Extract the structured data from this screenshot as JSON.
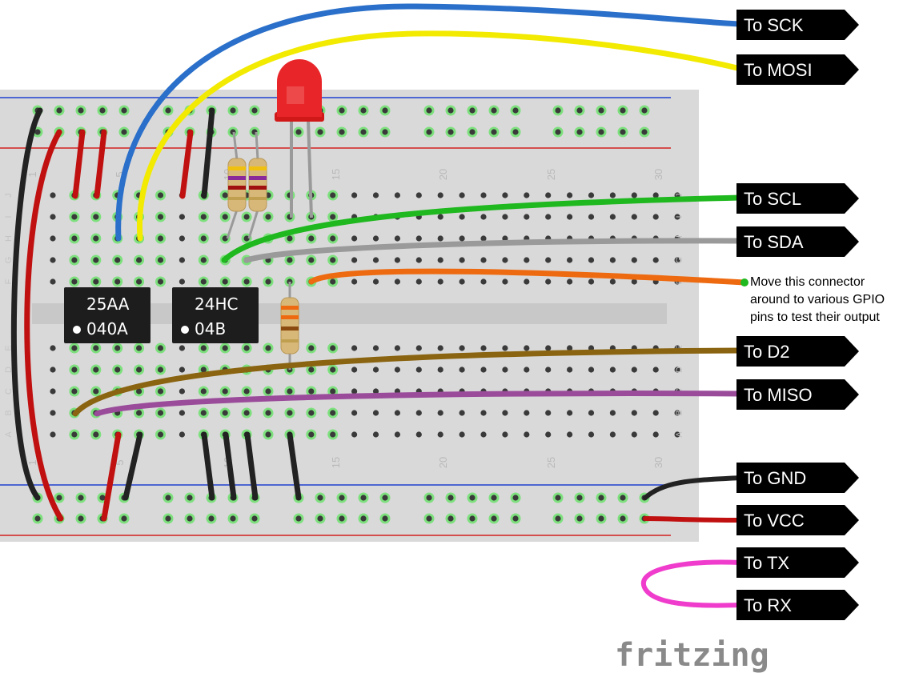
{
  "labels": {
    "sck": "To SCK",
    "mosi": "To MOSI",
    "scl": "To SCL",
    "sda": "To SDA",
    "d2": "To D2",
    "miso": "To MISO",
    "gnd": "To GND",
    "vcc": "To VCC",
    "tx": "To TX",
    "rx": "To RX"
  },
  "note": {
    "line1": "Move this connector",
    "line2": "around to various GPIO",
    "line3": "pins to test their output"
  },
  "chips": {
    "eeprom_spi": {
      "line1": "25AA",
      "line2": "040A"
    },
    "eeprom_i2c": {
      "line1": "24HC",
      "line2": "04B"
    }
  },
  "breadboard": {
    "column_numbers": [
      "1",
      "5",
      "10",
      "15",
      "20",
      "25",
      "30"
    ],
    "row_letters_top": [
      "J",
      "I",
      "H",
      "G",
      "F"
    ],
    "row_letters_bottom": [
      "E",
      "D",
      "C",
      "B",
      "A"
    ]
  },
  "brand": "fritzing",
  "colors": {
    "wire_blue": "#2a6fc9",
    "wire_yellow": "#f2ea00",
    "wire_green": "#1fb81f",
    "wire_gray": "#9a9a9a",
    "wire_orange": "#ee6a10",
    "wire_brown": "#8a6410",
    "wire_purple": "#9a4c9a",
    "wire_black": "#222222",
    "wire_red": "#c01010",
    "wire_pink": "#f03ccc",
    "led_red": "#e8262a",
    "rail_red": "#d42020",
    "rail_blue": "#2040d0"
  }
}
